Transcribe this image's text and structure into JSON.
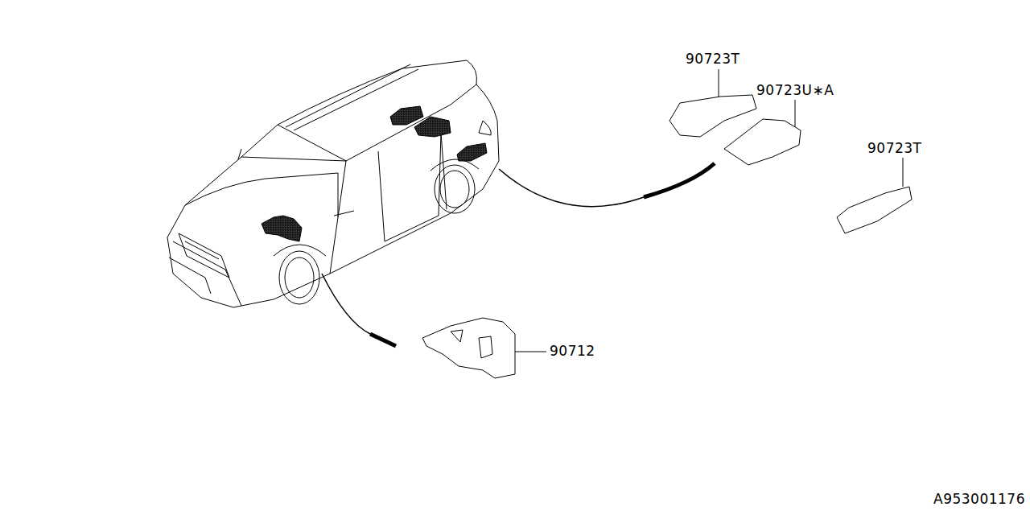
{
  "diagram": {
    "labels": [
      "90723T",
      "90723U∗A",
      "90723T",
      "90712",
      "A953001176"
    ]
  }
}
